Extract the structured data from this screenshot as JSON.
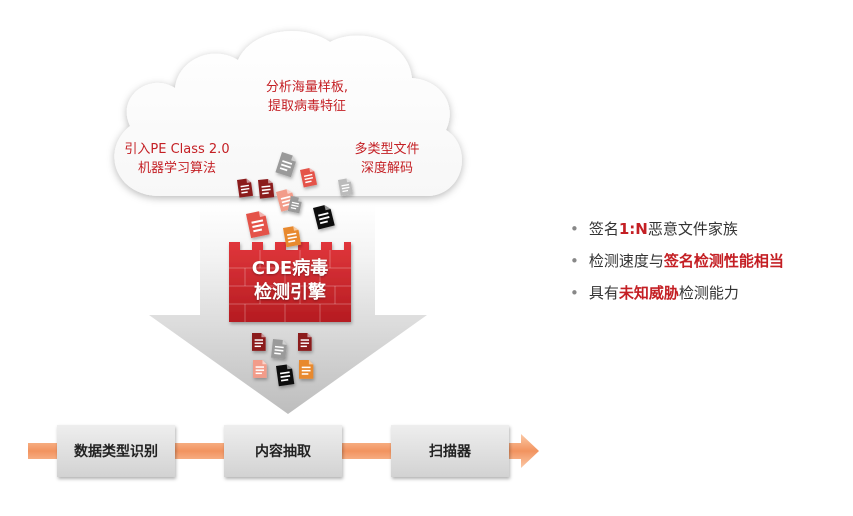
{
  "cloud": {
    "top_text": [
      "分析海量样板,",
      "提取病毒特征"
    ],
    "left_text": [
      "引入PE Class 2.0",
      "机器学习算法"
    ],
    "right_text": [
      "多类型文件",
      "深度解码"
    ]
  },
  "engine": {
    "line1": "CDE病毒",
    "line2": "检测引擎"
  },
  "pipeline": {
    "steps": [
      "数据类型识别",
      "内容抽取",
      "扫描器"
    ]
  },
  "bullets": [
    {
      "prefix": "签名",
      "highlight": "1:N",
      "suffix": "恶意文件家族"
    },
    {
      "prefix": "检测速度与",
      "highlight": "签名检测性能相当",
      "suffix": ""
    },
    {
      "prefix": "具有",
      "highlight": "未知威胁",
      "suffix": "检测能力"
    }
  ],
  "colors": {
    "brand_red": "#c41f24",
    "pipeline_orange": "#f4a07a"
  },
  "icons": [
    "document-icon"
  ]
}
